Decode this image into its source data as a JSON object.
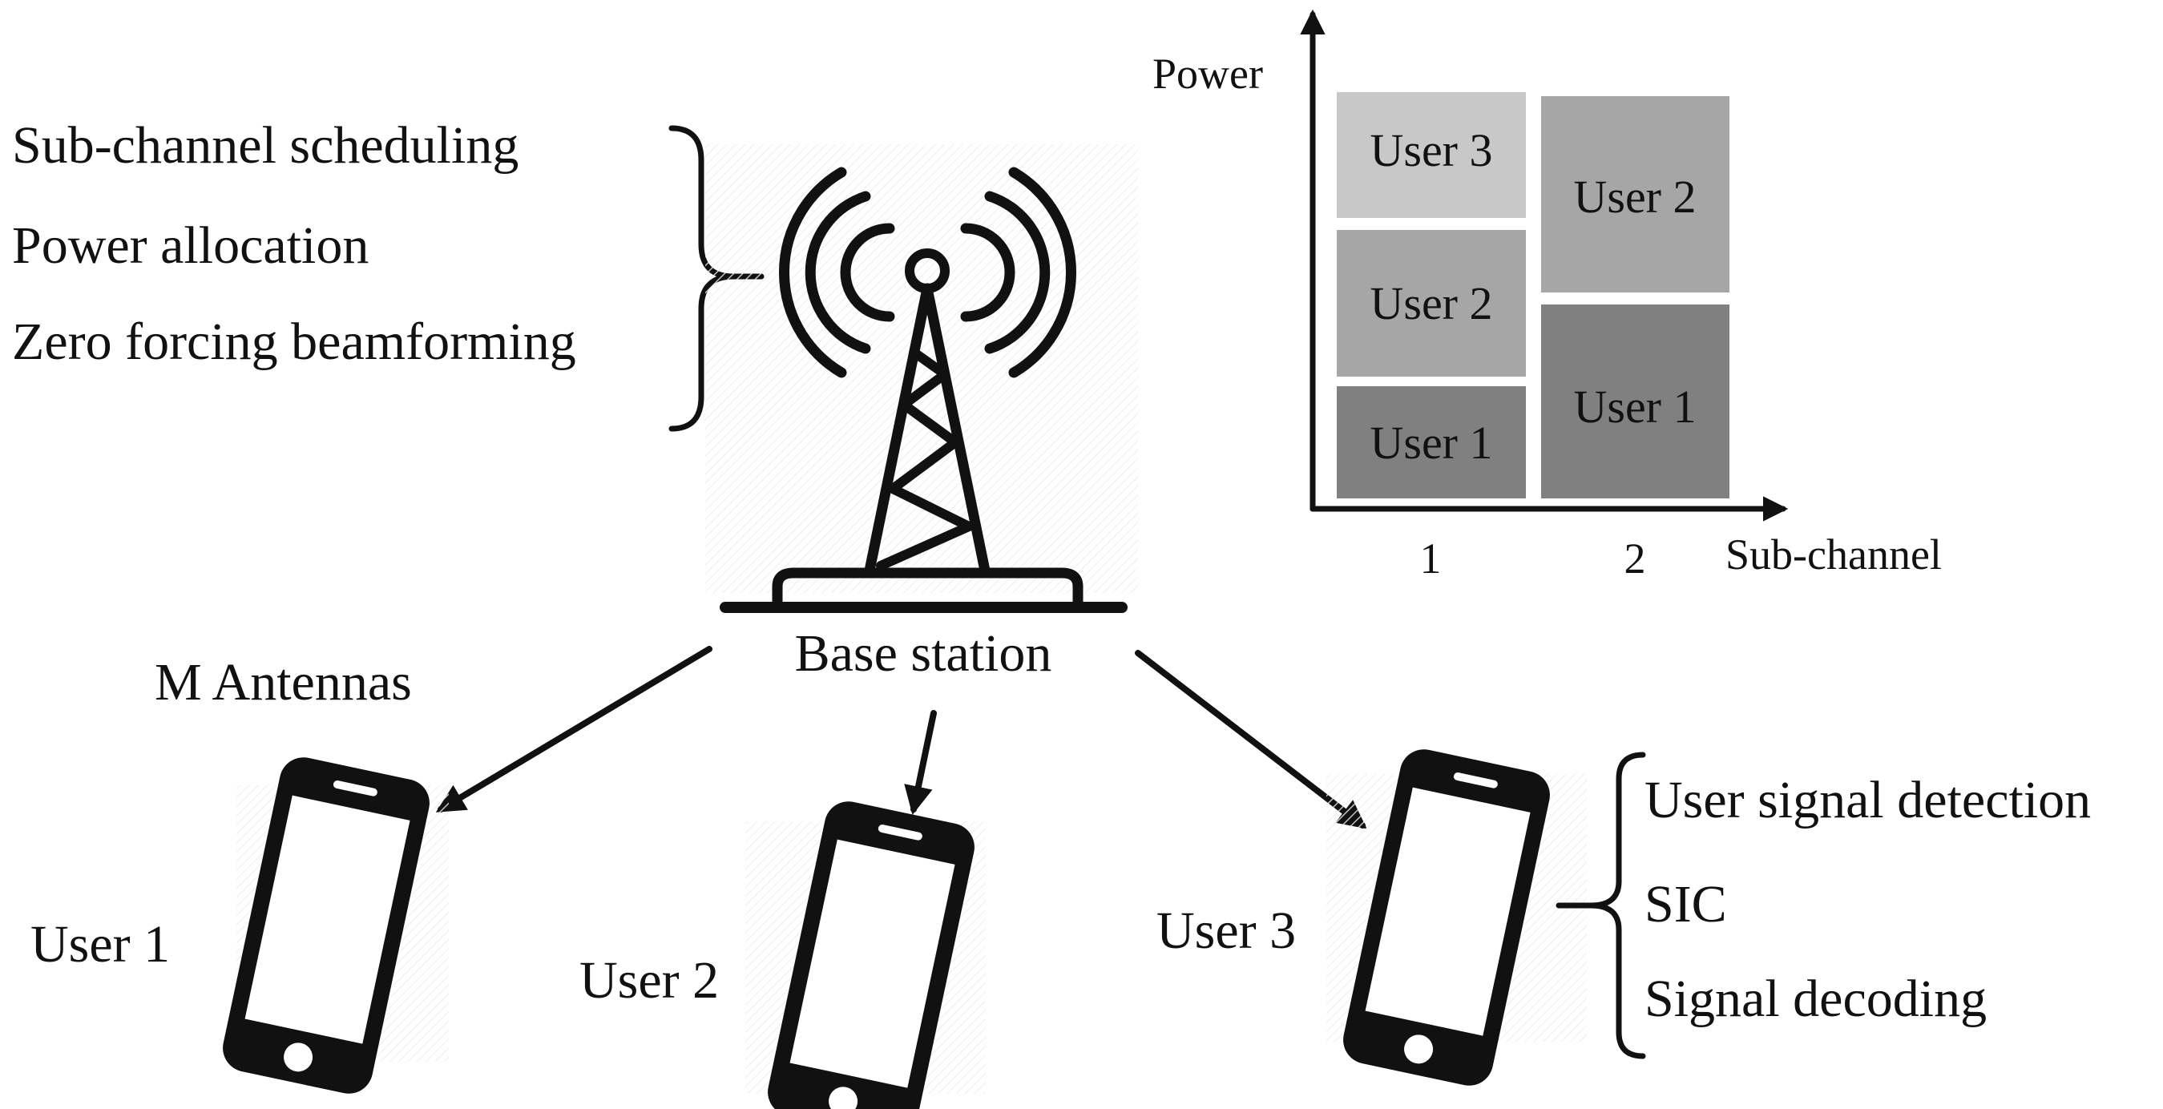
{
  "bs_functions": [
    "Sub-channel scheduling",
    "Power allocation",
    "Zero forcing beamforming"
  ],
  "base_station_label": "Base station",
  "antennas_label": "M Antennas",
  "users": [
    {
      "label": "User 1"
    },
    {
      "label": "User 2"
    },
    {
      "label": "User 3"
    }
  ],
  "user_functions": [
    "User signal detection",
    "SIC",
    "Signal decoding"
  ],
  "allocation_chart": {
    "y_axis_label": "Power",
    "x_axis_label": "Sub-channel",
    "x_ticks": [
      "1",
      "2"
    ],
    "subchannel_1_blocks": [
      "User 1",
      "User 2",
      "User 3"
    ],
    "subchannel_2_blocks": [
      "User 1",
      "User 2"
    ],
    "colors": {
      "User 1": "#808080",
      "User 2": "#a6a6a6",
      "User 3": "#c8c8c8"
    }
  }
}
